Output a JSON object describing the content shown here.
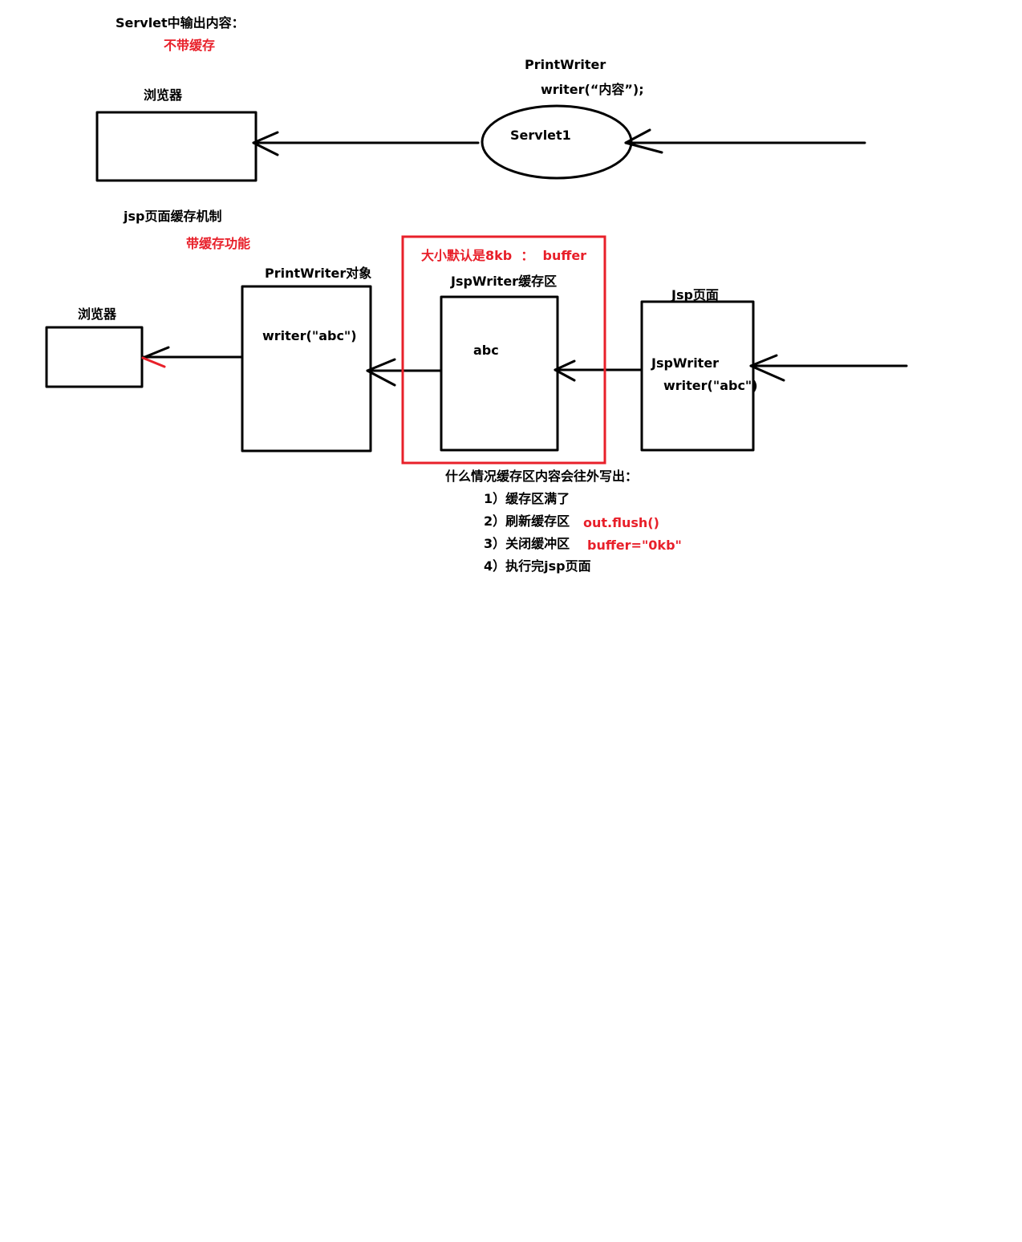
{
  "colors": {
    "ink": "#000000",
    "accent": "#e8202a",
    "background": "#ffffff"
  },
  "section1": {
    "title": "Servlet中输出内容：",
    "subtitle": "不带缓存",
    "browser_label": "浏览器",
    "printwriter_label": "PrintWriter",
    "write_call": "writer(“内容”);",
    "servlet_label": "Servlet1"
  },
  "section2": {
    "title": "jsp页面缓存机制",
    "subtitle": "带缓存功能",
    "browser_label": "浏览器",
    "printwriter_object_label": "PrintWriter对象",
    "printwriter_write": "writer(\"abc\")",
    "buffer_note": "大小默认是8kb  ：  buffer",
    "jspwriter_buffer_label": "JspWriter缓存区",
    "buffer_content": "abc",
    "jsp_page_label": "Jsp页面",
    "jsp_writer_name": "JspWriter",
    "jsp_write": "writer(\"abc\")"
  },
  "flush_conditions": {
    "title": "什么情况缓存区内容会往外写出：",
    "items": [
      {
        "text": "1）缓存区满了",
        "note": ""
      },
      {
        "text": "2）刷新缓存区",
        "note": "out.flush()"
      },
      {
        "text": "3）关闭缓冲区",
        "note": "buffer=\"0kb\""
      },
      {
        "text": "4）执行完jsp页面",
        "note": ""
      }
    ]
  }
}
